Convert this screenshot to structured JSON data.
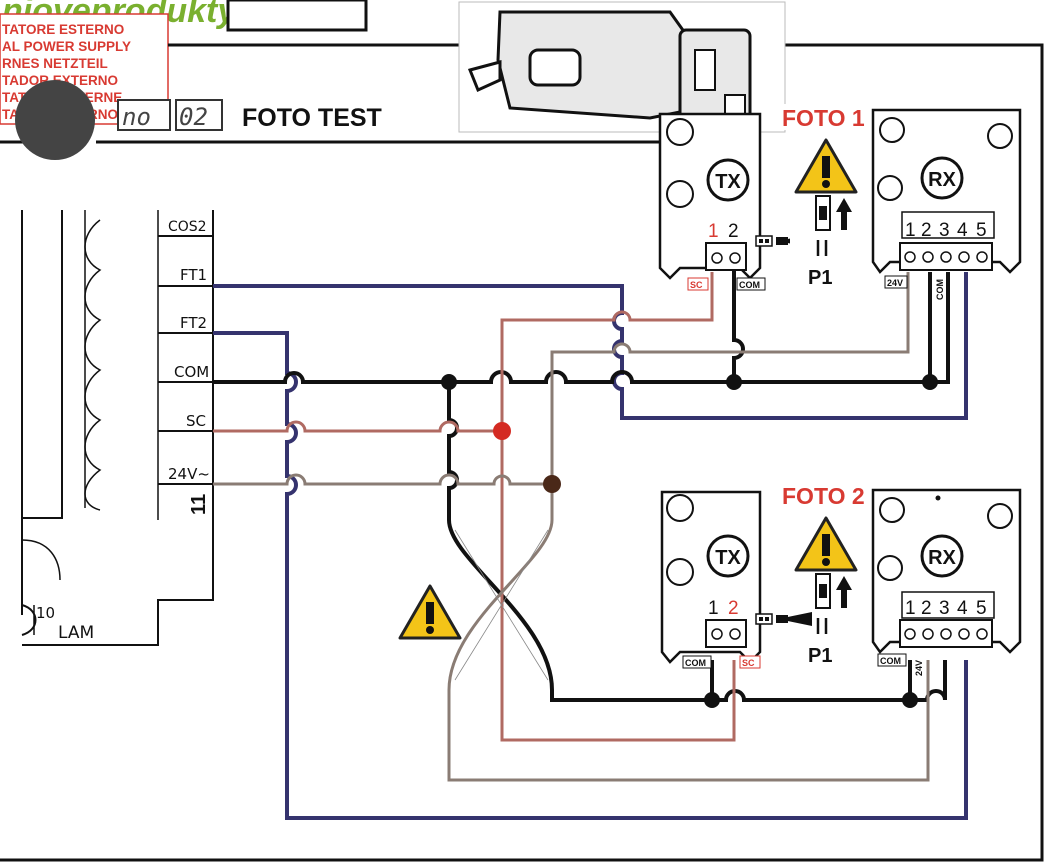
{
  "brand": {
    "logo_text": "nioveprodukty"
  },
  "psu_labels": [
    "TATORE ESTERNO",
    "AL POWER SUPPLY",
    "RNES NETZTEIL",
    "TADOR EXTERNO",
    "TATEUR EXTERNE",
    "TADOR EXTERNO"
  ],
  "display": {
    "digits_a": "no",
    "digits_b": "02",
    "title": "FOTO TEST"
  },
  "board": {
    "terminals": [
      "COS2",
      "FT1",
      "FT2",
      "COM",
      "SC",
      "24V~"
    ],
    "terminal_number": "11",
    "lam_number": "10",
    "lam_label": "LAM"
  },
  "foto1": {
    "title": "FOTO 1",
    "tx": {
      "label": "TX",
      "pin1": "1",
      "pin2": "2",
      "tag_left": "SC",
      "tag_right": "COM"
    },
    "rx": {
      "label": "RX",
      "pins": [
        "1",
        "2",
        "3",
        "4",
        "5"
      ],
      "tag_24v": "24V",
      "tag_com": "COM"
    },
    "jumper": "P1"
  },
  "foto2": {
    "title": "FOTO 2",
    "tx": {
      "label": "TX",
      "pin1": "1",
      "pin2": "2",
      "tag_left": "COM",
      "tag_right": "SC"
    },
    "rx": {
      "label": "RX",
      "pins": [
        "1",
        "2",
        "3",
        "4",
        "5"
      ],
      "tag_com": "COM",
      "tag_24v": "24V"
    },
    "jumper": "P1"
  },
  "colors": {
    "ft_wire": "#35336e",
    "com_wire": "#111111",
    "sc_wire": "#b06a62",
    "v24_wire": "#8a7c74",
    "warning": "#f3c418",
    "accent_red": "#d83a32",
    "logo_green": "#7ab02f"
  },
  "icons": [
    "warning-icon",
    "arrow-up-icon",
    "arrow-left-icon",
    "jumper-icon",
    "transformer-coil-icon",
    "electric-lock-icon"
  ]
}
